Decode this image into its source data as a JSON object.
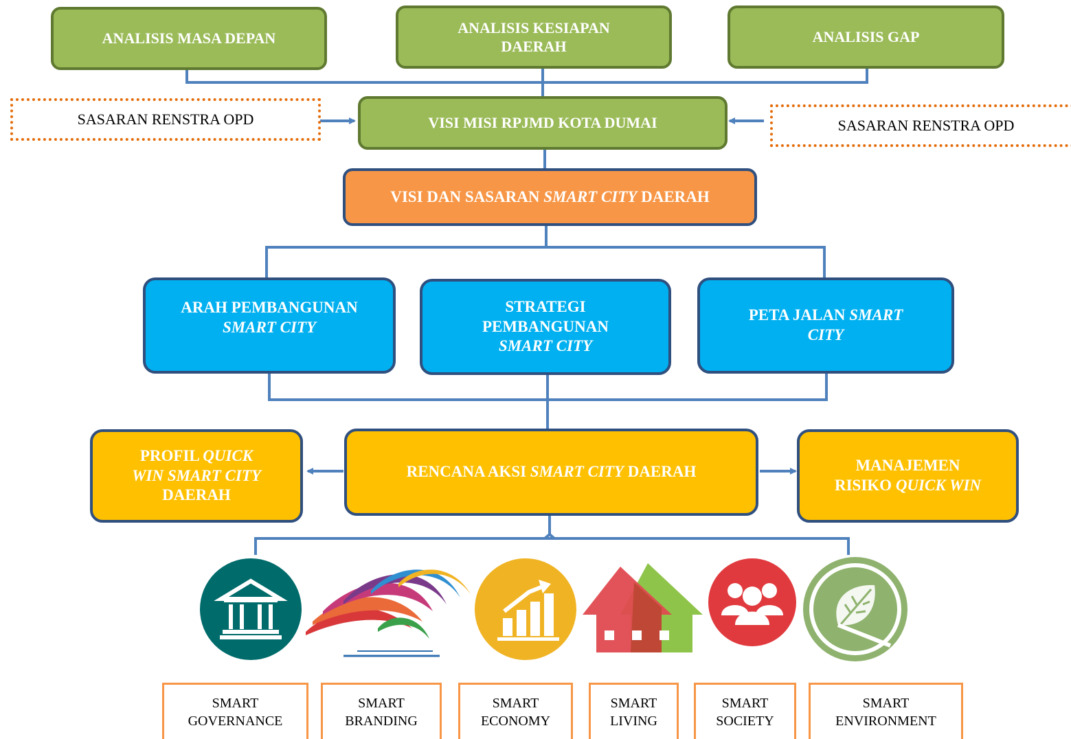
{
  "top_boxes": {
    "masa_depan": "ANALISIS MASA DEPAN",
    "kesiapan_line1": "ANALISIS KESIAPAN",
    "kesiapan_line2": "DAERAH",
    "gap": "ANALISIS GAP"
  },
  "sasaran_left": "SASARAN RENSTRA OPD",
  "sasaran_right": "SASARAN RENSTRA OPD",
  "visi_misi": "VISI MISI RPJMD KOTA DUMAI",
  "visi_sasaran": {
    "pre": "VISI DAN SASARAN ",
    "italic": "SMART CITY",
    "post": " DAERAH"
  },
  "arah": {
    "line1": "ARAH PEMBANGUNAN",
    "italic": "SMART CITY"
  },
  "strategi": {
    "line1": "STRATEGI",
    "line2": "PEMBANGUNAN",
    "italic": "SMART CITY"
  },
  "peta": {
    "pre": "PETA JALAN ",
    "italic1": "SMART",
    "italic2": "CITY"
  },
  "profil": {
    "pre": "PROFIL ",
    "italic1": "QUICK",
    "italic2": "WIN SMART CITY",
    "line3": "DAERAH"
  },
  "rencana": {
    "pre": "RENCANA AKSI ",
    "italic": "SMART CITY",
    "post": " DAERAH"
  },
  "manajemen": {
    "line1": "MANAJEMEN",
    "pre": "RISIKO ",
    "italic": "QUICK WIN"
  },
  "dimensions": [
    {
      "line1": "SMART",
      "line2": "GOVERNANCE",
      "icon": "government-building-icon",
      "color": "#006b6b"
    },
    {
      "line1": "SMART",
      "line2": "BRANDING",
      "icon": "branding-swoosh-icon",
      "color": "#d9383a"
    },
    {
      "line1": "SMART",
      "line2": "ECONOMY",
      "icon": "economy-chart-icon",
      "color": "#f0b323"
    },
    {
      "line1": "SMART",
      "line2": "LIVING",
      "icon": "living-houses-icon",
      "color": "#c9404a"
    },
    {
      "line1": "SMART",
      "line2": "SOCIETY",
      "icon": "society-people-icon",
      "color": "#e03a3e"
    },
    {
      "line1": "SMART",
      "line2": "ENVIRONMENT",
      "icon": "environment-leaf-icon",
      "color": "#8fb26e"
    }
  ]
}
